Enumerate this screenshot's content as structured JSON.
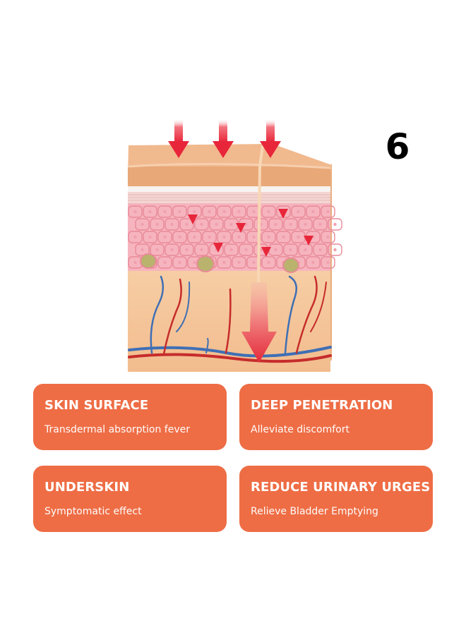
{
  "page_number": "6",
  "colors": {
    "card_background": "#EE6D45",
    "card_text": "#FFFFFF",
    "arrow_red": "#E8263A",
    "skin_tan": "#F2C49A",
    "cell_pink": "#F6B4BE",
    "vein_blue": "#3F6FB5",
    "artery_red": "#C62C2C"
  },
  "illustration": {
    "name": "skin-cross-section",
    "icons": [
      "down-arrow-icon"
    ]
  },
  "cards": [
    {
      "title": "SKIN SURFACE",
      "subtitle": "Transdermal absorption fever"
    },
    {
      "title": "DEEP PENETRATION",
      "subtitle": "Alleviate discomfort"
    },
    {
      "title": "UNDERSKIN",
      "subtitle": "Symptomatic effect"
    },
    {
      "title": "REDUCE URINARY URGES",
      "subtitle": "Relieve Bladder Emptying"
    }
  ]
}
